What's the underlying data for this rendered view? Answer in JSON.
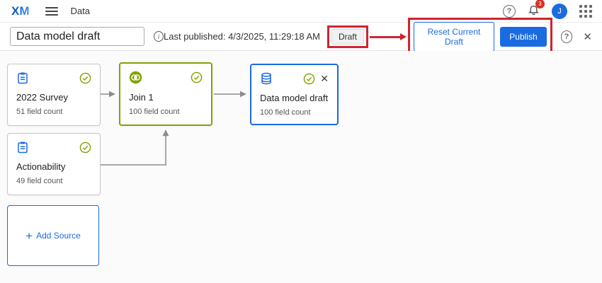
{
  "topbar": {
    "logo": "XM",
    "app_title": "Data",
    "notification_count": "3",
    "avatar_initial": "J",
    "help_glyph": "?"
  },
  "toolbar": {
    "title_value": "Data model draft",
    "info_glyph": "i",
    "last_published": "Last published: 4/3/2025, 11:29:18 AM",
    "status_badge": "Draft",
    "reset_button": "Reset Current Draft",
    "publish_button": "Publish",
    "help_glyph": "?",
    "close_glyph": "✕"
  },
  "canvas": {
    "nodes": [
      {
        "title": "2022 Survey",
        "subtitle": "51 field count",
        "type": "survey",
        "status": "valid"
      },
      {
        "title": "Join 1",
        "subtitle": "100 field count",
        "type": "join",
        "status": "valid"
      },
      {
        "title": "Data model draft",
        "subtitle": "100 field count",
        "type": "output",
        "status": "valid"
      },
      {
        "title": "Actionability",
        "subtitle": "49 field count",
        "type": "survey",
        "status": "valid"
      }
    ],
    "add_source": {
      "plus_glyph": "+",
      "label": "Add Source"
    }
  },
  "colors": {
    "accent_blue": "#1b6be0",
    "success_green": "#7fa302",
    "annotation_red": "#cf2430",
    "badge_red": "#d93025",
    "connector_gray": "#8c8c8c"
  }
}
